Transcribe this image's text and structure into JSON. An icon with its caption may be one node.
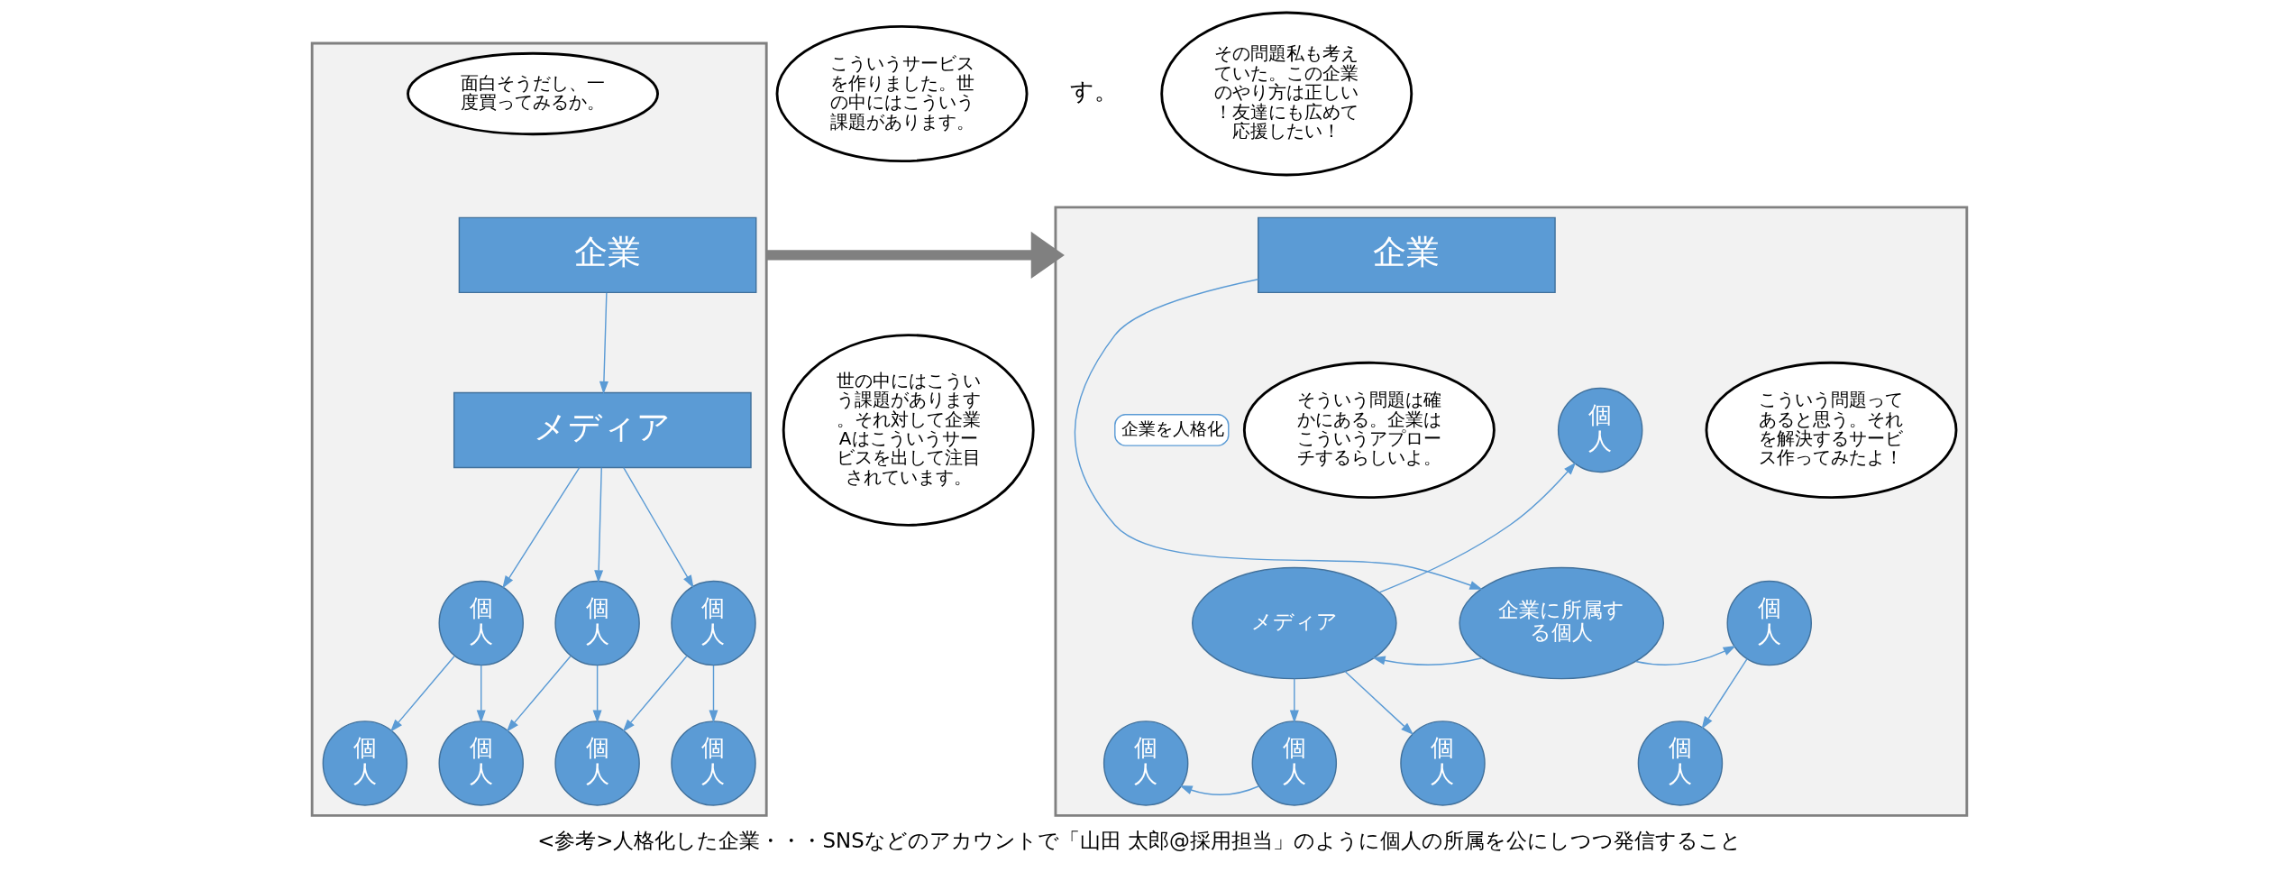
{
  "diagram": {
    "caption": "<参考>人格化した企業・・・SNSなどのアカウントで「山田 太郎@採用担当」のように個人の所属を公にしつつ発信すること",
    "nodes": [
      {
        "text": [],
        "shape": "box"
      },
      {
        "text": [
          "企業"
        ],
        "in": 0
      },
      {
        "text": [
          "メディア"
        ],
        "in": 0
      },
      {
        "text": [
          "個人"
        ],
        "in": 0
      },
      {
        "text": [
          "個人"
        ],
        "in": 0
      },
      {
        "text": [
          "個人"
        ],
        "in": 0
      },
      {
        "text": [
          "個人"
        ],
        "in": 0
      },
      {
        "text": [
          "個人"
        ],
        "in": 0
      },
      {
        "text": [
          "個人"
        ],
        "in": 0
      },
      {
        "text": [
          "個人"
        ],
        "in": 0
      },
      {
        "text": [
          "世の中にはこういう課題があります。それ対して企業Aはこういうサービスを出して注目されています。"
        ]
      },
      {
        "text": [
          "こういうサービスを作りました。世の中にはこういう課題があります。"
        ]
      },
      {
        "text": [
          "面白そうだし、一度買ってみるか。"
        ],
        "in": 0
      },
      {
        "text": [],
        "shape": "box"
      },
      {
        "text": [
          "企業"
        ],
        "in": 13
      },
      {
        "text": [
          "企業に所属する個人"
        ],
        "in": 13
      },
      {
        "text": [
          "メディア"
        ],
        "in": 13
      },
      {
        "text": [
          "個人"
        ],
        "in": 13
      },
      {
        "text": [
          "個人"
        ],
        "in": 13
      },
      {
        "text": [
          "個人"
        ],
        "in": 13
      },
      {
        "text": [
          "個人"
        ],
        "in": 13
      },
      {
        "text": [
          "個人"
        ],
        "in": 13
      },
      {
        "text": [
          "個人"
        ],
        "in": 13
      },
      {
        "text": [
          "そういう問題は確かにある。企業はこういうアプローチするらしいよ。"
        ],
        "in": 13
      },
      {
        "text": [
          "こういう問題ってあると思う。それを解決するサービス作ってみたよ！"
        ],
        "in": 13
      },
      {
        "text": [
          "その問題私も考えていた。この企業のやり方は正しい！友達にも広めて応援したい！"
        ]
      }
    ],
    "edges": [
      {
        "from": 1,
        "to": 2,
        "arrow": "to"
      },
      {
        "from": 2,
        "to": 3,
        "arrow": "to"
      },
      {
        "from": 2,
        "to": 4,
        "arrow": "to"
      },
      {
        "from": 2,
        "to": 5,
        "arrow": "to"
      },
      {
        "from": 3,
        "to": 6,
        "arrow": "to"
      },
      {
        "from": 3,
        "to": 7,
        "arrow": "to"
      },
      {
        "from": 4,
        "to": 7,
        "arrow": "to"
      },
      {
        "from": 4,
        "to": 8,
        "arrow": "to"
      },
      {
        "from": 5,
        "to": 8,
        "arrow": "to"
      },
      {
        "from": 5,
        "to": 9,
        "arrow": "to"
      },
      {
        "from": 0,
        "to": 13,
        "arrow": "to",
        "style": "thick",
        "color": "#808080"
      },
      {
        "from": 14,
        "to": 15,
        "arrow": "to",
        "label": "企業を人格化"
      },
      {
        "from": 15,
        "to": 16,
        "arrow": "to"
      },
      {
        "from": 15,
        "to": 18,
        "arrow": "to"
      },
      {
        "from": 18,
        "to": 21,
        "arrow": "to"
      },
      {
        "from": 16,
        "to": 17,
        "arrow": "to"
      },
      {
        "from": 16,
        "to": 19,
        "arrow": "to"
      },
      {
        "from": 19,
        "to": 22,
        "arrow": "to"
      },
      {
        "from": 16,
        "to": 20,
        "arrow": "to"
      }
    ],
    "labels": [
      "す。"
    ]
  }
}
